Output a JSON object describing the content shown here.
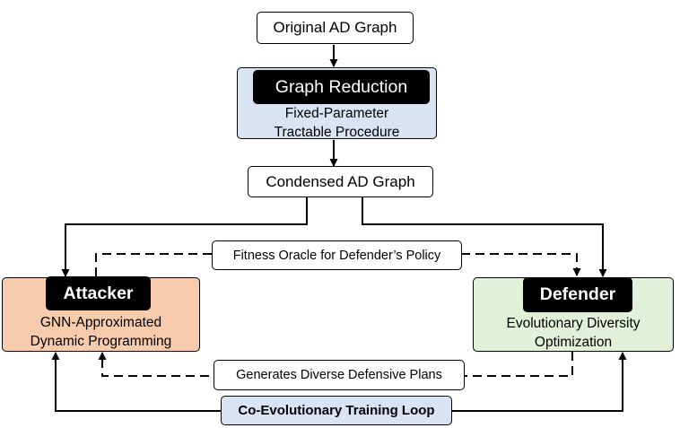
{
  "colors": {
    "reduction_fill": "#dae3f3",
    "attacker_fill": "#f8cbad",
    "defender_fill": "#e2f0d9",
    "loop_fill": "#dae3f3",
    "pill_fill": "#000000",
    "line": "#000000"
  },
  "nodes": {
    "original_graph": "Original AD Graph",
    "reduction": {
      "title": "Graph Reduction",
      "line1": "Fixed-Parameter",
      "line2": "Tractable Procedure"
    },
    "condensed_graph": "Condensed AD Graph",
    "attacker": {
      "title": "Attacker",
      "line1": "GNN-Approximated",
      "line2": "Dynamic Programming"
    },
    "defender": {
      "title": "Defender",
      "line1": "Evolutionary Diversity",
      "line2": "Optimization"
    }
  },
  "edge_labels": {
    "fitness_oracle": "Fitness Oracle for Defender’s Policy",
    "diverse_plans": "Generates Diverse Defensive Plans",
    "training_loop": "Co-Evolutionary Training Loop"
  }
}
